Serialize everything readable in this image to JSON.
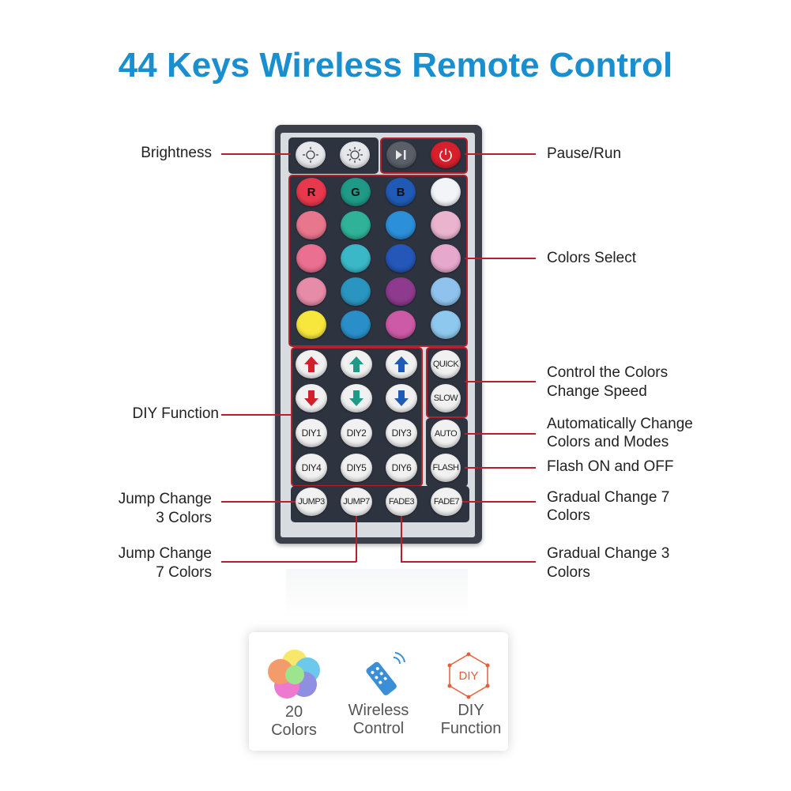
{
  "title": "44 Keys Wireless Remote Control",
  "remote": {
    "top_buttons": [
      {
        "name": "brightness-down-button",
        "icon": "sun-dim-icon"
      },
      {
        "name": "brightness-up-button",
        "icon": "sun-bright-icon"
      },
      {
        "name": "play-pause-button",
        "icon": "play-pause-icon"
      },
      {
        "name": "power-button",
        "icon": "power-icon"
      }
    ],
    "rgb_labels": {
      "r": "R",
      "g": "G",
      "b": "B"
    },
    "color_rows": [
      [
        "#e8384d",
        "#1e9a86",
        "#1f5bb6",
        "#f2f4f8"
      ],
      [
        "#e8768c",
        "#2fb298",
        "#2b8fd9",
        "#eab4cf"
      ],
      [
        "#ea6f90",
        "#3ab8c8",
        "#2457b8",
        "#e6a8cc"
      ],
      [
        "#e68ba8",
        "#2a95c0",
        "#8e3a8e",
        "#8fc3ee"
      ],
      [
        "#f7e63c",
        "#2a8fc8",
        "#cc5aa6",
        "#8ec8ee"
      ]
    ],
    "diy_buttons": [
      {
        "name": "red-up-button",
        "icon": "arrow-up-icon",
        "color": "#d0202c"
      },
      {
        "name": "green-up-button",
        "icon": "arrow-up-icon",
        "color": "#1e9a86"
      },
      {
        "name": "blue-up-button",
        "icon": "arrow-up-icon",
        "color": "#1f5bb6"
      },
      {
        "name": "red-down-button",
        "icon": "arrow-down-icon",
        "color": "#d0202c"
      },
      {
        "name": "green-down-button",
        "icon": "arrow-down-icon",
        "color": "#1e9a86"
      },
      {
        "name": "blue-down-button",
        "icon": "arrow-down-icon",
        "color": "#1f5bb6"
      }
    ],
    "diy_labels": [
      "DIY1",
      "DIY2",
      "DIY3",
      "DIY4",
      "DIY5",
      "DIY6"
    ],
    "speed_labels": [
      "QUICK",
      "SLOW"
    ],
    "mode_labels": [
      "AUTO",
      "FLASH"
    ],
    "bottom_labels": [
      "JUMP3",
      "JUMP7",
      "FADE3",
      "FADE7"
    ]
  },
  "callouts": {
    "brightness": "Brightness",
    "pause_run": "Pause/Run",
    "colors_select": "Colors Select",
    "speed_1": "Control the Colors",
    "speed_2": "Change Speed",
    "diy_function": "DIY Function",
    "auto_1": "Automatically Change",
    "auto_2": "Colors and Modes",
    "flash": "Flash ON and OFF",
    "jump3_1": "Jump Change",
    "jump3_2": "3 Colors",
    "fade7_1": "Gradual Change 7",
    "fade7_2": "Colors",
    "jump7_1": "Jump Change",
    "jump7_2": "7 Colors",
    "fade3_1": "Gradual Change 3",
    "fade3_2": "Colors"
  },
  "features": [
    {
      "line1": "20",
      "line2": "Colors",
      "icon": "color-wheel-icon"
    },
    {
      "line1": "Wireless",
      "line2": "Control",
      "icon": "remote-control-icon"
    },
    {
      "line1": "DIY",
      "line2": "Function",
      "icon": "diy-hexagon-icon",
      "badge": "DIY"
    }
  ]
}
